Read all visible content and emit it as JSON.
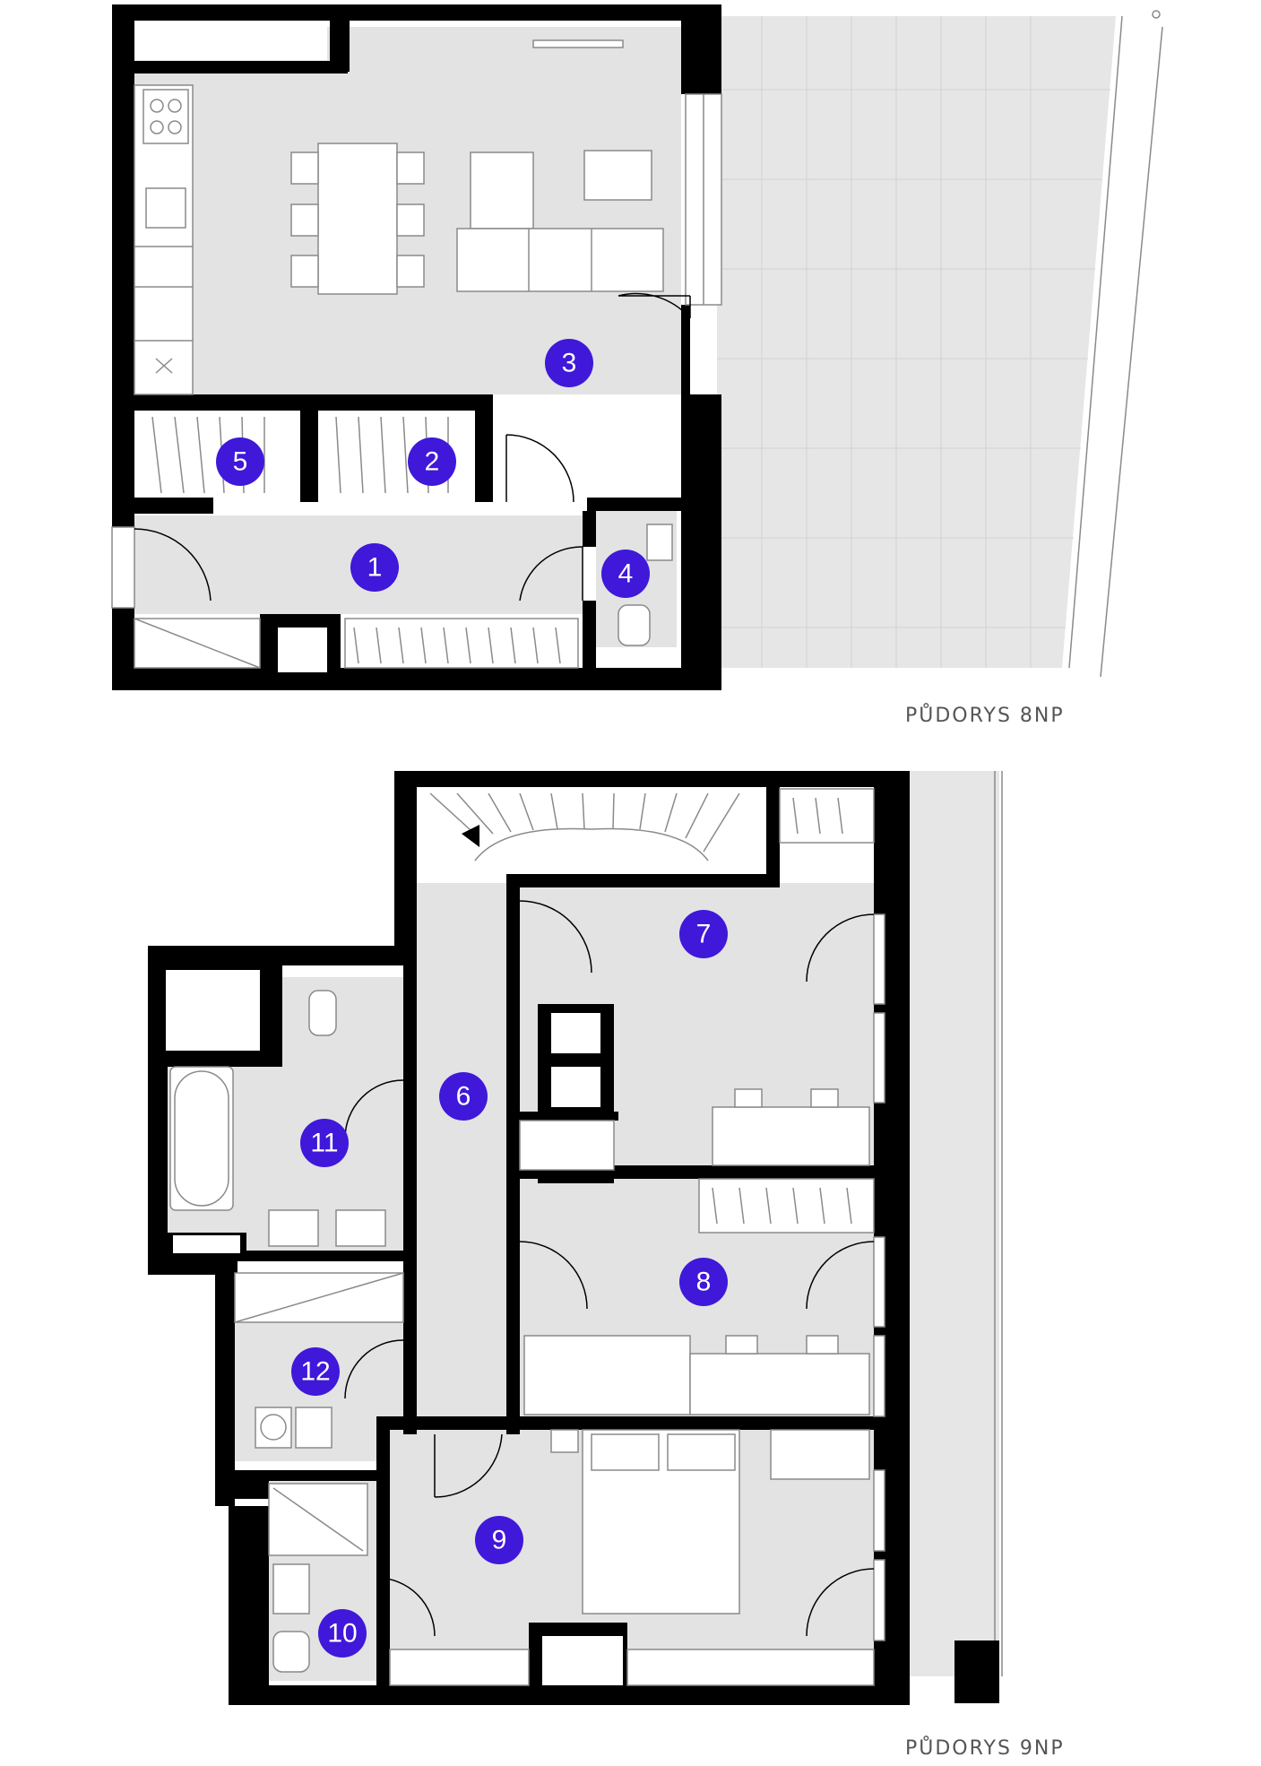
{
  "plans": [
    {
      "label": "PŮDORYS 8NP",
      "rooms": [
        "1",
        "2",
        "3",
        "4",
        "5"
      ]
    },
    {
      "label": "PŮDORYS 9NP",
      "rooms": [
        "6",
        "7",
        "8",
        "9",
        "10",
        "11",
        "12"
      ]
    }
  ],
  "colors": {
    "room_marker": "#3f18d9",
    "wall": "#000000",
    "floor": "#e3e3e3",
    "label": "#555555"
  }
}
